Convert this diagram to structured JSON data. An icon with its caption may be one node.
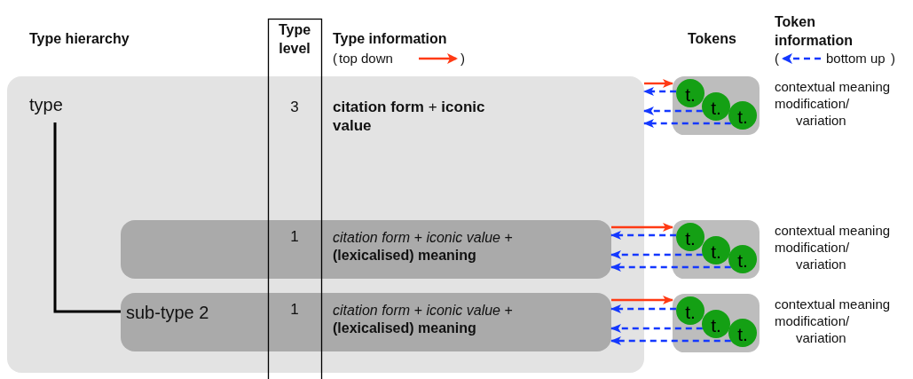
{
  "diagram": {
    "nodes": [
      {
        "text": [
          "type",
          "3",
          "**citation form** + **iconic value**"
        ]
      },
      {
        "text": [],
        "shape": "box",
        "beside": [
          "contextual meaning",
          "modification/ variation"
        ]
      },
      {
        "text": [
          "t."
        ],
        "in": 1
      },
      {
        "text": [
          "t."
        ],
        "in": 1
      },
      {
        "text": [
          "t."
        ],
        "in": 1
      },
      {
        "text": [
          "1",
          "*citation form + iconic value* + **(lexicalised) meaning**"
        ],
        "in": 0
      },
      {
        "text": [],
        "shape": "box",
        "beside": [
          "contextual meaning",
          "modification/ variation"
        ]
      },
      {
        "text": [
          "t."
        ],
        "in": 6
      },
      {
        "text": [
          "t."
        ],
        "in": 6
      },
      {
        "text": [
          "t."
        ],
        "in": 6
      },
      {
        "text": [
          "sub-type 2",
          "1",
          "*citation form + iconic value* + **(lexicalised) meaning**"
        ],
        "in": 0
      },
      {
        "text": [],
        "shape": "box",
        "beside": [
          "contextual meaning",
          "modification/ variation"
        ]
      },
      {
        "text": [
          "t."
        ],
        "in": 11
      },
      {
        "text": [
          "t."
        ],
        "in": 11
      },
      {
        "text": [
          "t."
        ],
        "in": 11
      }
    ],
    "edges": [
      {
        "from": 0,
        "to": 10,
        "arrow": "none",
        "color": "#000000"
      },
      {
        "from": 0,
        "to": 1,
        "arrow": "to",
        "color": "#ff3a14"
      },
      {
        "from": 2,
        "to": 0,
        "arrow": "to",
        "style": "dashed",
        "color": "#1438ff"
      },
      {
        "from": 3,
        "to": 0,
        "arrow": "to",
        "style": "dashed",
        "color": "#1438ff"
      },
      {
        "from": 4,
        "to": 0,
        "arrow": "to",
        "style": "dashed",
        "color": "#1438ff"
      },
      {
        "from": 5,
        "to": 6,
        "arrow": "to",
        "color": "#ff3a14"
      },
      {
        "from": 7,
        "to": 5,
        "arrow": "to",
        "style": "dashed",
        "color": "#1438ff"
      },
      {
        "from": 8,
        "to": 5,
        "arrow": "to",
        "style": "dashed",
        "color": "#1438ff"
      },
      {
        "from": 9,
        "to": 5,
        "arrow": "to",
        "style": "dashed",
        "color": "#1438ff"
      },
      {
        "from": 10,
        "to": 11,
        "arrow": "to",
        "color": "#ff3a14"
      },
      {
        "from": 12,
        "to": 10,
        "arrow": "to",
        "style": "dashed",
        "color": "#1438ff"
      },
      {
        "from": 13,
        "to": 10,
        "arrow": "to",
        "style": "dashed",
        "color": "#1438ff"
      },
      {
        "from": 14,
        "to": 10,
        "arrow": "to",
        "style": "dashed",
        "color": "#1438ff"
      }
    ],
    "labels": [
      "Type hierarchy",
      "Type level",
      "Type information",
      "(",
      ")",
      "Tokens",
      "Token information",
      "(",
      ")"
    ],
    "legend": [
      {
        "text": "top down"
      },
      {
        "text": "bottom up"
      }
    ]
  }
}
